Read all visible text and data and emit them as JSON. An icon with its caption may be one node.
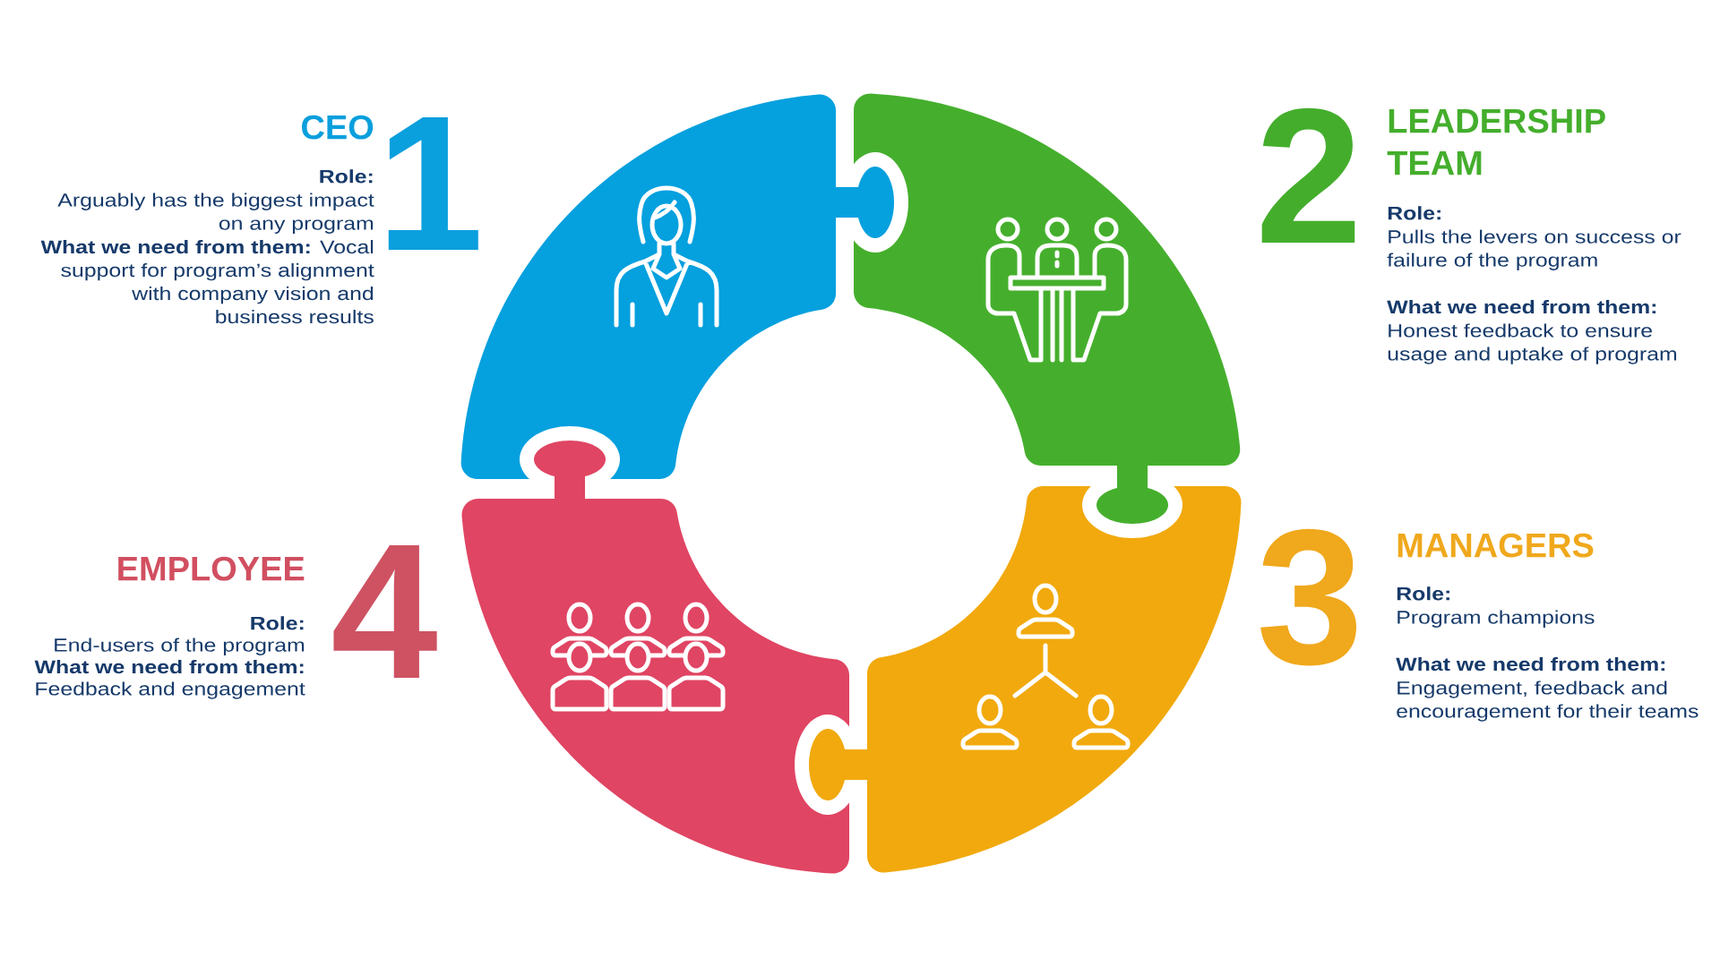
{
  "diagram": {
    "nodes": [
      {
        "text": [],
        "shape": "puzzle",
        "beside": [
          "1",
          "CEO",
          "Role:",
          "Arguably has the biggest impact on any program",
          "**What we need from them:** Vocal support for program’s alignment with company vision and business results"
        ]
      },
      {
        "text": [],
        "shape": "puzzle",
        "beside": [
          "2",
          "LEADERSHIP TEAM",
          "Role:",
          "Pulls the levers on success or failure of the program",
          "What we need from them:",
          "Honest feedback to ensure usage and uptake of program"
        ]
      },
      {
        "text": [],
        "shape": "puzzle",
        "beside": [
          "3",
          "MANAGERS",
          "Role:",
          "Program champions",
          "What we need from them:",
          "Engagement, feedback and encouragement for their teams"
        ]
      },
      {
        "text": [],
        "shape": "puzzle",
        "beside": [
          "4",
          "EMPLOYEE",
          "Role:",
          "End-users of the program",
          "What we need from them:",
          "Feedback and engagement"
        ]
      }
    ]
  }
}
